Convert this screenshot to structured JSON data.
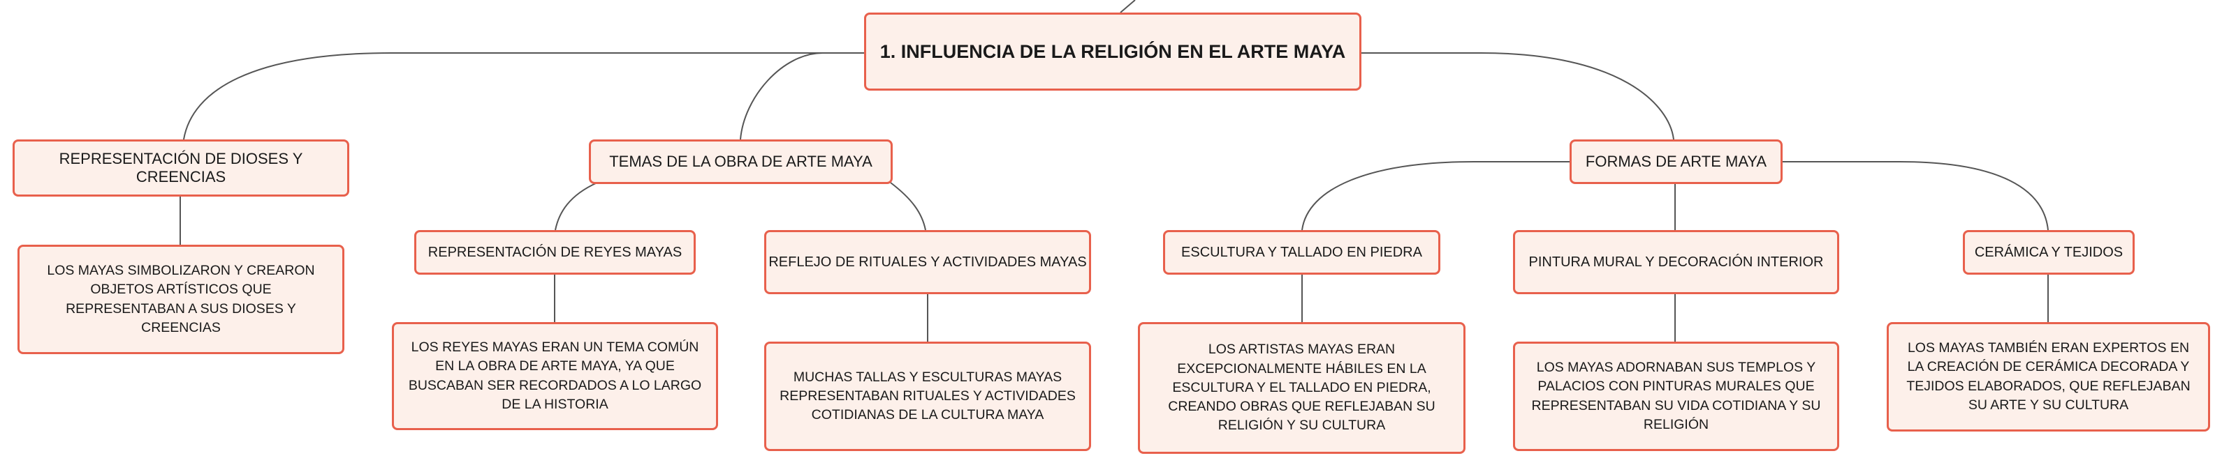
{
  "root": {
    "label": "1. INFLUENCIA DE LA RELIGIÓN EN EL ARTE MAYA"
  },
  "branches": [
    {
      "label": "REPRESENTACIÓN DE DIOSES Y CREENCIAS",
      "detail": "LOS MAYAS SIMBOLIZARON Y CREARON OBJETOS ARTÍSTICOS QUE REPRESENTABAN A SUS DIOSES Y CREENCIAS"
    },
    {
      "label": "TEMAS DE LA OBRA DE ARTE MAYA",
      "children": [
        {
          "label": "REPRESENTACIÓN DE REYES MAYAS",
          "detail": "LOS REYES MAYAS ERAN UN TEMA COMÚN EN LA OBRA DE ARTE MAYA, YA QUE BUSCABAN SER RECORDADOS A LO LARGO DE LA HISTORIA"
        },
        {
          "label": "REFLEJO DE RITUALES Y ACTIVIDADES MAYAS",
          "detail": "MUCHAS TALLAS Y ESCULTURAS MAYAS REPRESENTABAN RITUALES Y ACTIVIDADES COTIDIANAS DE LA CULTURA MAYA"
        }
      ]
    },
    {
      "label": "FORMAS DE ARTE MAYA",
      "children": [
        {
          "label": "ESCULTURA Y TALLADO EN PIEDRA",
          "detail": "LOS ARTISTAS MAYAS ERAN EXCEPCIONALMENTE HÁBILES EN LA ESCULTURA Y EL TALLADO EN PIEDRA, CREANDO OBRAS QUE REFLEJABAN SU RELIGIÓN Y SU CULTURA"
        },
        {
          "label": "PINTURA MURAL Y DECORACIÓN INTERIOR",
          "detail": "LOS MAYAS ADORNABAN SUS TEMPLOS Y PALACIOS CON PINTURAS MURALES QUE REPRESENTABAN SU VIDA COTIDIANA Y SU RELIGIÓN"
        },
        {
          "label": "CERÁMICA Y TEJIDOS",
          "detail": "LOS MAYAS TAMBIÉN ERAN EXPERTOS EN LA CREACIÓN DE CERÁMICA DECORADA Y TEJIDOS ELABORADOS, QUE REFLEJABAN SU ARTE Y SU CULTURA"
        }
      ]
    }
  ]
}
